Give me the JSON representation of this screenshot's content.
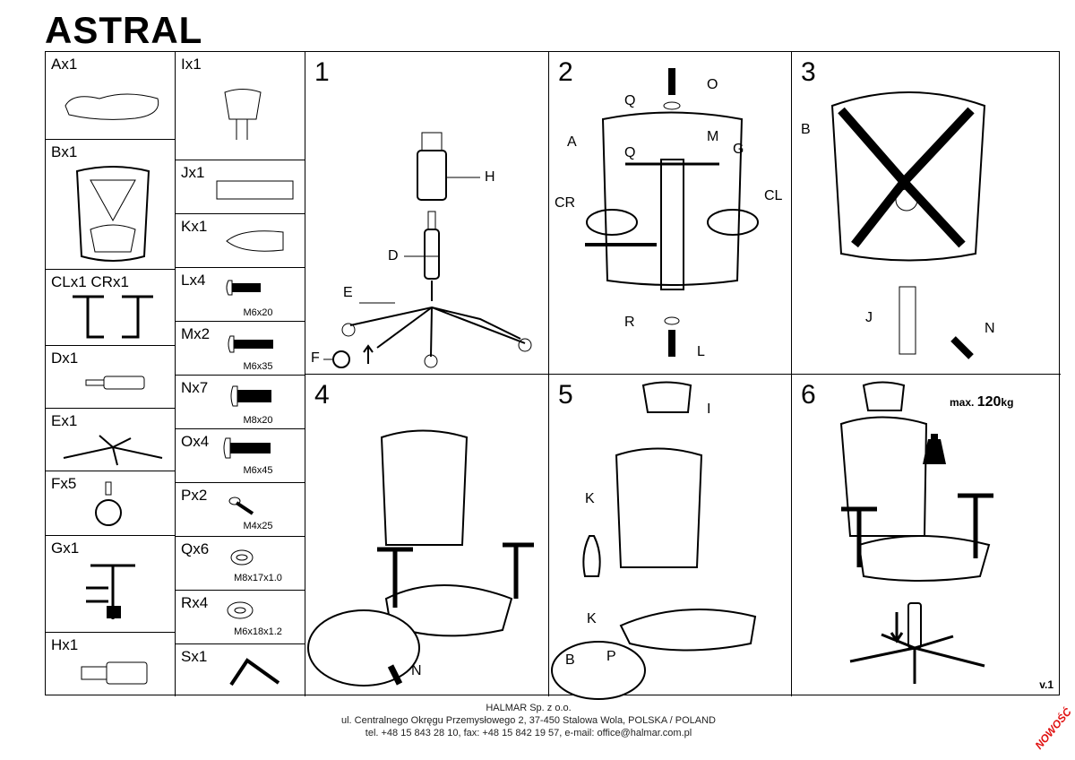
{
  "title": "ASTRAL",
  "parts_col1": [
    {
      "label": "Ax1"
    },
    {
      "label": "Bx1"
    },
    {
      "label": "CLx1 CRx1"
    },
    {
      "label": "Dx1"
    },
    {
      "label": "Ex1"
    },
    {
      "label": "Fx5"
    },
    {
      "label": "Gx1"
    },
    {
      "label": "Hx1"
    }
  ],
  "parts_col2": [
    {
      "label": "Ix1",
      "spec": ""
    },
    {
      "label": "Jx1",
      "spec": ""
    },
    {
      "label": "Kx1",
      "spec": ""
    },
    {
      "label": "Lx4",
      "spec": "M6x20"
    },
    {
      "label": "Mx2",
      "spec": "M6x35"
    },
    {
      "label": "Nx7",
      "spec": "M8x20"
    },
    {
      "label": "Ox4",
      "spec": "M6x45"
    },
    {
      "label": "Px2",
      "spec": "M4x25"
    },
    {
      "label": "Qx6",
      "spec": "M8x17x1.0"
    },
    {
      "label": "Rx4",
      "spec": "M6x18x1.2"
    },
    {
      "label": "Sx1",
      "spec": ""
    }
  ],
  "steps": [
    {
      "number": "1",
      "labels": [
        "H",
        "D",
        "E",
        "F"
      ]
    },
    {
      "number": "2",
      "labels": [
        "O",
        "Q",
        "A",
        "M",
        "Q",
        "G",
        "CR",
        "CL",
        "R",
        "L"
      ]
    },
    {
      "number": "3",
      "labels": [
        "B",
        "J",
        "N"
      ]
    },
    {
      "number": "4",
      "labels": [
        "N"
      ]
    },
    {
      "number": "5",
      "labels": [
        "I",
        "K",
        "K",
        "B",
        "P"
      ]
    },
    {
      "number": "6",
      "labels": [],
      "max_text": "max.",
      "max_value": "120",
      "max_unit": "kg"
    }
  ],
  "version": "v.1",
  "footer": {
    "company": "HALMAR Sp. z o.o.",
    "address": "ul. Centralnego Okręgu Przemysłowego 2, 37-450 Stalowa Wola, POLSKA / POLAND",
    "contact": "tel. +48 15 843 28 10, fax: +48 15 842 19 57, e-mail: office@halmar.com.pl"
  },
  "badge": "NOWOŚĆ"
}
